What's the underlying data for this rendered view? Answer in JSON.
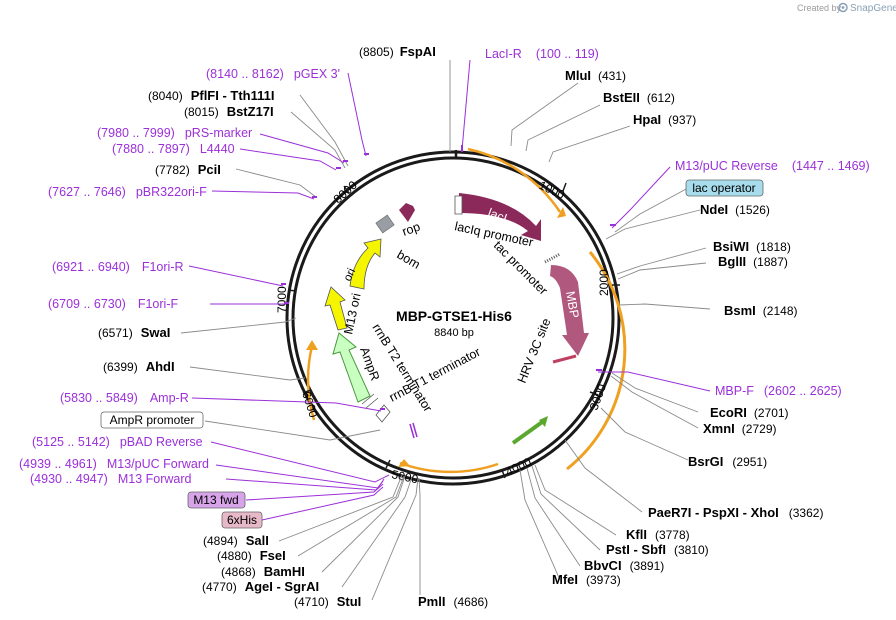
{
  "app": {
    "credit": "Created by",
    "brand": "SnapGene"
  },
  "map": {
    "name": "MBP-GTSE1-His6",
    "length": "8840 bp"
  },
  "ticks": [
    "1000",
    "2000",
    "3000",
    "4000",
    "5000",
    "6000",
    "7000",
    "8000"
  ],
  "features": [
    "lacI",
    "lacIq promoter",
    "tac promoter",
    "MBP",
    "HRV 3C site",
    "rrnB T1 terminator",
    "rrnB T2 terminator",
    "AmpR",
    "M13 ori",
    "ori",
    "rop",
    "bom"
  ],
  "enzymes": [
    {
      "name": "FspAI",
      "pos": "(8805)"
    },
    {
      "name": "MluI",
      "pos": "(431)"
    },
    {
      "name": "BstEII",
      "pos": "(612)"
    },
    {
      "name": "HpaI",
      "pos": "(937)"
    },
    {
      "name": "NdeI",
      "pos": "(1526)"
    },
    {
      "name": "BsiWI",
      "pos": "(1818)"
    },
    {
      "name": "BglII",
      "pos": "(1887)"
    },
    {
      "name": "BsmI",
      "pos": "(2148)"
    },
    {
      "name": "EcoRI",
      "pos": "(2701)"
    },
    {
      "name": "XmnI",
      "pos": "(2729)"
    },
    {
      "name": "BsrGI",
      "pos": "(2951)"
    },
    {
      "name": "PaeR7I - PspXI - XhoI",
      "pos": "(3362)"
    },
    {
      "name": "KflI",
      "pos": "(3778)"
    },
    {
      "name": "PstI - SbfI",
      "pos": "(3810)"
    },
    {
      "name": "BbvCI",
      "pos": "(3891)"
    },
    {
      "name": "MfeI",
      "pos": "(3973)"
    },
    {
      "name": "PmlI",
      "pos": "(4686)"
    },
    {
      "name": "StuI",
      "pos": "(4710)"
    },
    {
      "name": "AgeI - SgrAI",
      "pos": "(4770)"
    },
    {
      "name": "BamHI",
      "pos": "(4868)"
    },
    {
      "name": "FseI",
      "pos": "(4880)"
    },
    {
      "name": "SalI",
      "pos": "(4894)"
    },
    {
      "name": "AhdI",
      "pos": "(6399)"
    },
    {
      "name": "SwaI",
      "pos": "(6571)"
    },
    {
      "name": "PciI",
      "pos": "(7782)"
    },
    {
      "name": "BstZ17I",
      "pos": "(8015)"
    },
    {
      "name": "PflFI - Tth111I",
      "pos": "(8040)"
    }
  ],
  "primers": [
    {
      "name": "LacI-R",
      "pos": "(100 .. 119)"
    },
    {
      "name": "M13/pUC Reverse",
      "pos": "(1447 .. 1469)"
    },
    {
      "name": "MBP-F",
      "pos": "(2602 .. 2625)"
    },
    {
      "name": "Amp-R",
      "pos": "(5830 .. 5849)"
    },
    {
      "name": "pBAD Reverse",
      "pos": "(5125 .. 5142)"
    },
    {
      "name": "M13/pUC Forward",
      "pos": "(4939 .. 4961)"
    },
    {
      "name": "M13 Forward",
      "pos": "(4930 .. 4947)"
    },
    {
      "name": "F1ori-F",
      "pos": "(6709 .. 6730)"
    },
    {
      "name": "F1ori-R",
      "pos": "(6921 .. 6940)"
    },
    {
      "name": "pBR322ori-F",
      "pos": "(7627 .. 7646)"
    },
    {
      "name": "L4440",
      "pos": "(7880 .. 7897)"
    },
    {
      "name": "pRS-marker",
      "pos": "(7980 .. 7999)"
    },
    {
      "name": "pGEX 3'",
      "pos": "(8140 .. 8162)"
    }
  ],
  "boxes": {
    "lac_operator": "lac operator",
    "ampr_promoter": "AmpR promoter",
    "m13_fwd": "M13 fwd",
    "his6": "6xHis"
  },
  "colors": {
    "backbone": "#1a1a1a",
    "lacI": "#8b2a5a",
    "MBP": "#b0587e",
    "ori": "#f5f500",
    "ampr": "#c9ffc0",
    "orf": "#f0a020",
    "primer": "#9b30d9",
    "enzyme_line": "#8a8a8a",
    "lac_operator_box": "#a6dcec",
    "m13_box": "#d7a4ea",
    "his_box": "#e7b8c8",
    "hrv": "#c04060"
  }
}
